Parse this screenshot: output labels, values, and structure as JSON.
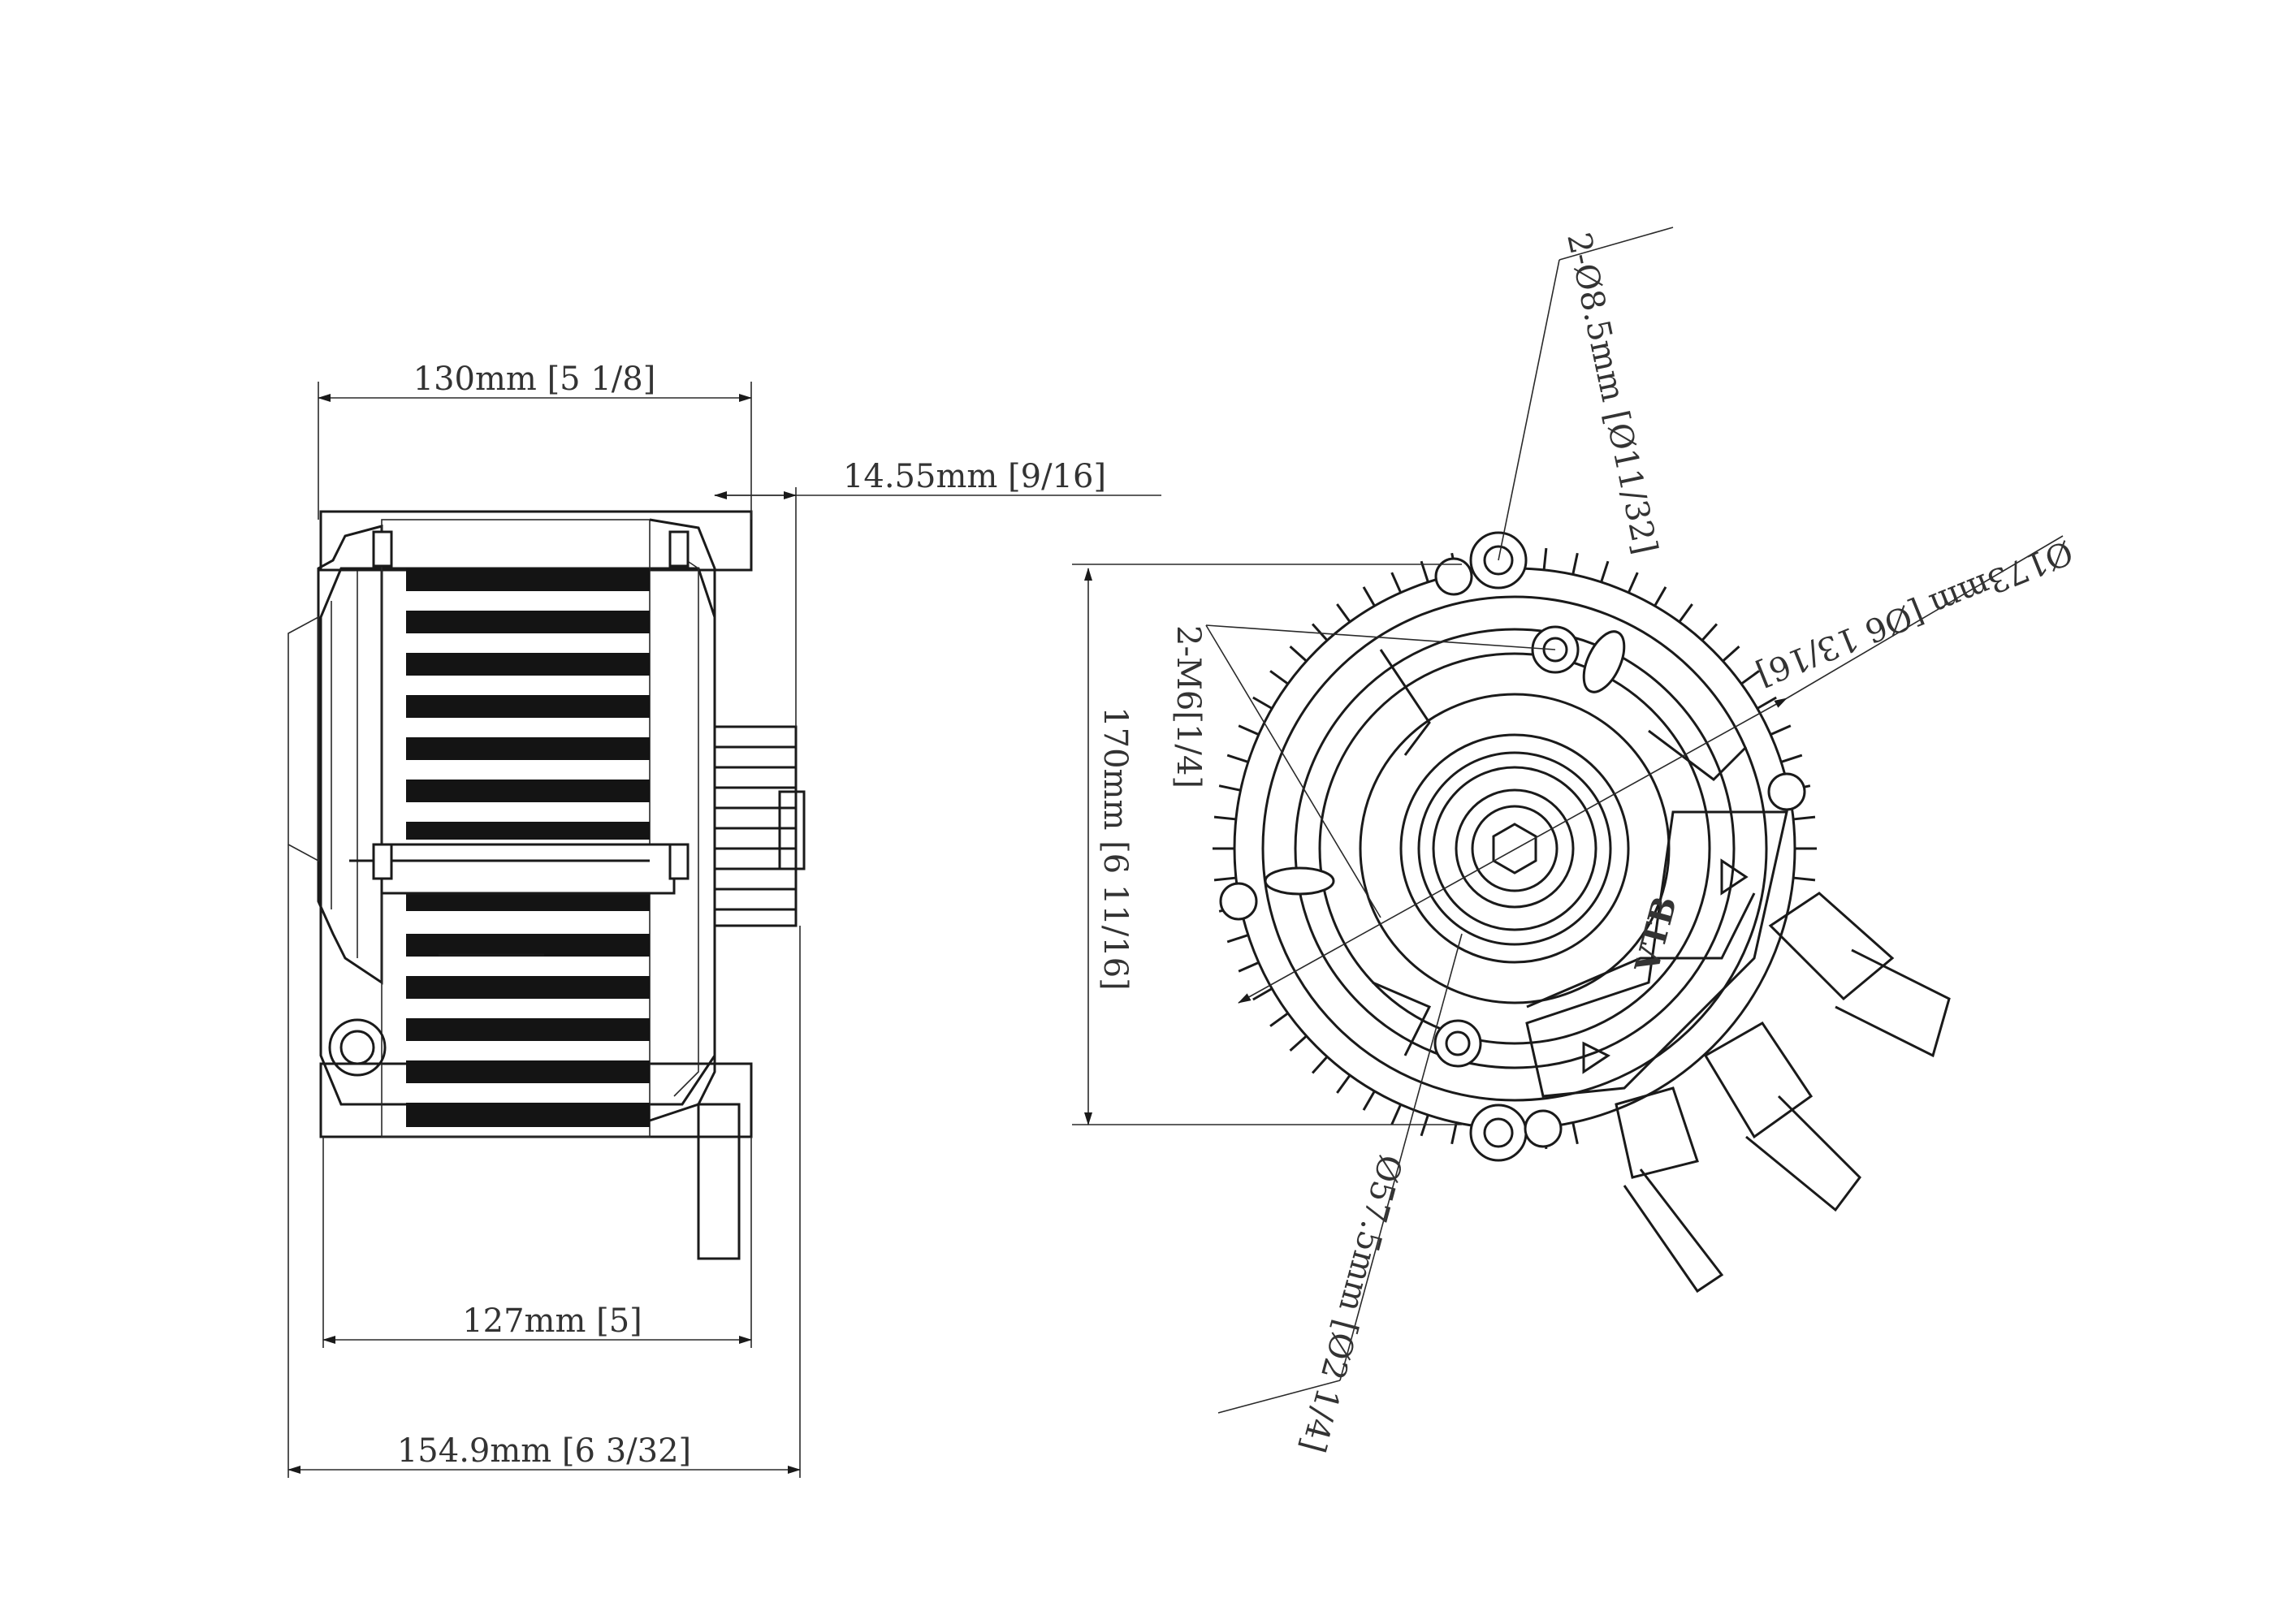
{
  "side_view": {
    "dim_top_width": "130mm [5 1/8]",
    "dim_shaft_offset": "14.55mm [9/16]",
    "dim_body_width": "127mm [5]",
    "dim_overall_width": "154.9mm [6 3/32]"
  },
  "front_view": {
    "dim_height": "170mm [6 11/16]",
    "dim_holes": "2-Ø8.5mm [Ø11/32]",
    "dim_threads": "2-M6[1/4]",
    "dim_bolt_circle": "Ø173mm [Ø6 13/16]",
    "dim_hub_diameter": "Ø57.5mm [Ø2 1/4]",
    "logo_text": "VTB"
  }
}
